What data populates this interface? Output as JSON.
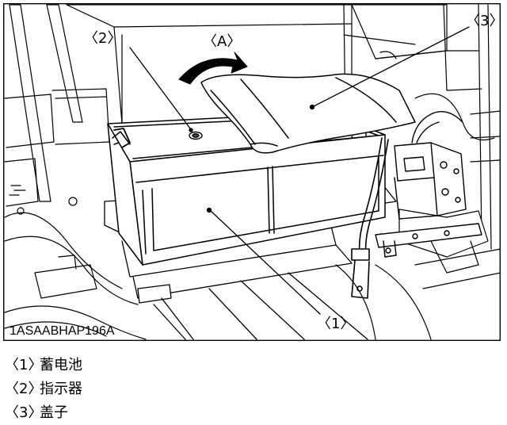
{
  "figure": {
    "code": "1ASAABHAP196A",
    "callouts": {
      "c1": "〈1〉",
      "c2": "〈2〉",
      "c3": "〈3〉",
      "cA": "〈A〉"
    }
  },
  "legend": [
    {
      "label": "〈1〉",
      "text": "蓄电池"
    },
    {
      "label": "〈2〉",
      "text": "指示器"
    },
    {
      "label": "〈3〉",
      "text": "盖子"
    }
  ]
}
